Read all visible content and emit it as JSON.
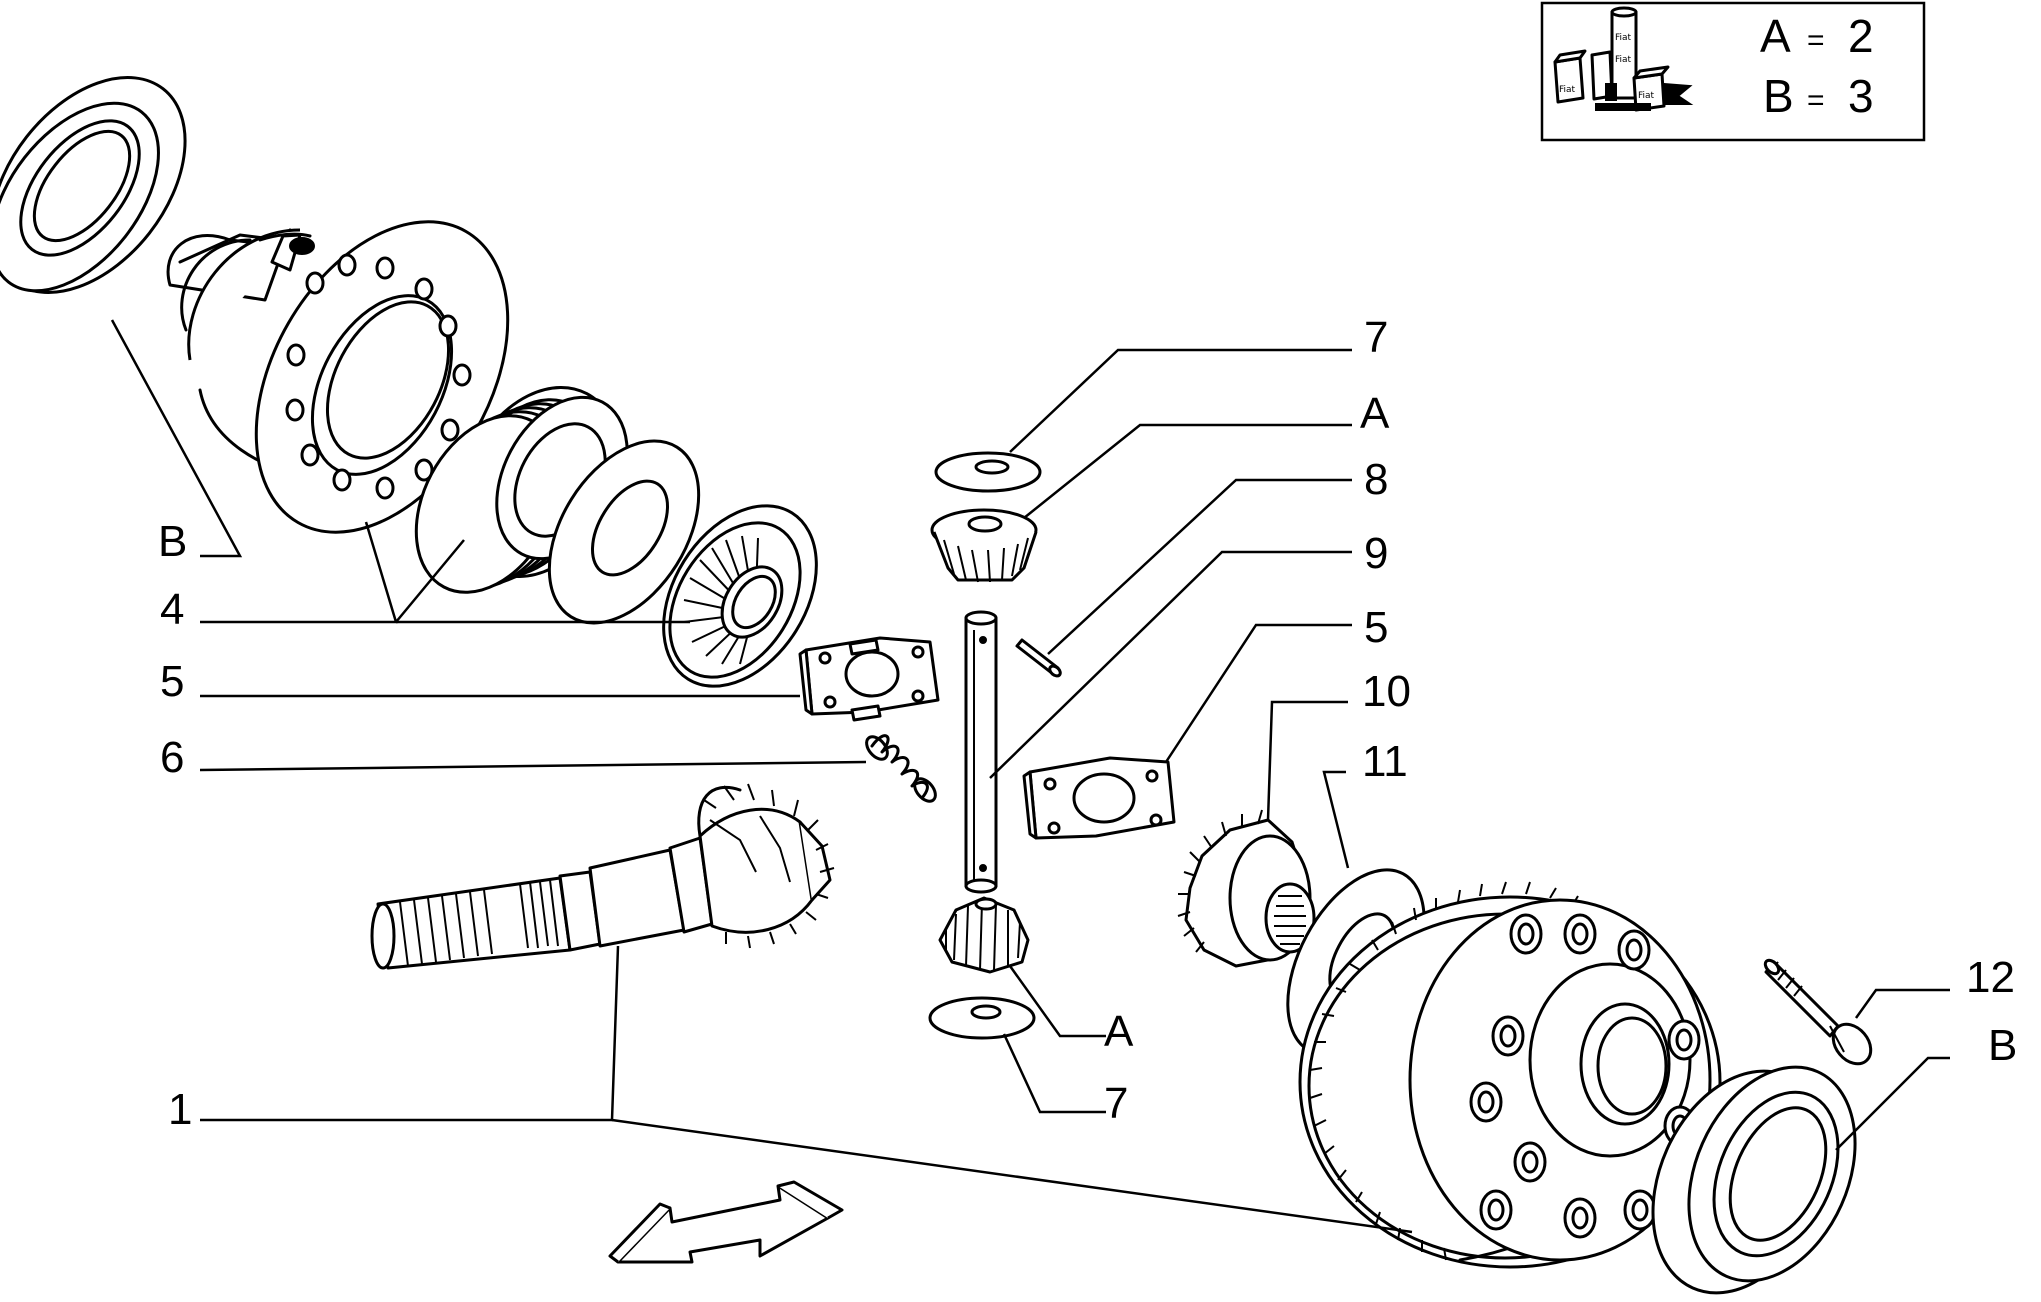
{
  "legend": {
    "line_a": {
      "letter": "A",
      "eq": "=",
      "value": "2"
    },
    "line_b": {
      "letter": "B",
      "eq": "=",
      "value": "3"
    },
    "icon_text": [
      "Fiat",
      "Fiat",
      "Fiat",
      "Fiat"
    ]
  },
  "callouts": {
    "c7_top": "7",
    "cA_top": "A",
    "c8": "8",
    "c9": "9",
    "c5_right": "5",
    "c10": "10",
    "c11": "11",
    "c12": "12",
    "cB_right": "B",
    "cB_left": "B",
    "c4": "4",
    "c5_left": "5",
    "c6": "6",
    "c1": "1",
    "cA_bottom": "A",
    "c7_bottom": "7"
  }
}
